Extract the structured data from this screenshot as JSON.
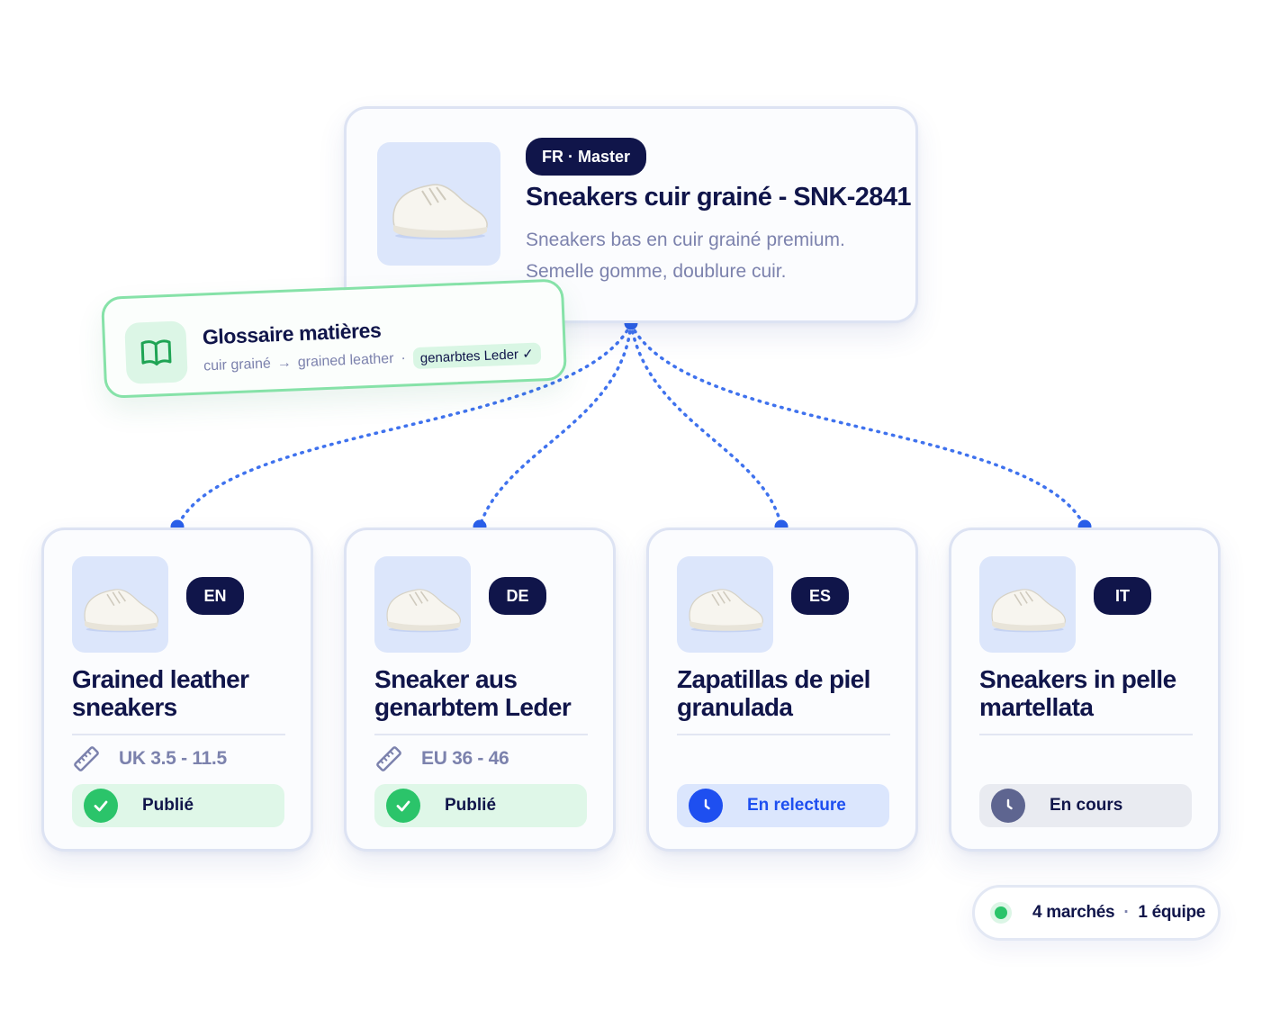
{
  "master": {
    "badge": "FR · Master",
    "title": "Sneakers cuir grainé - SNK-2841",
    "description_line1": "Sneakers bas en cuir grainé premium.",
    "description_line2": "Semelle gomme, doublure cuir.",
    "image_icon": "sneaker-image"
  },
  "glossary": {
    "icon": "book-icon",
    "title": "Glossaire matières",
    "source_term": "cuir grainé",
    "arrow": "→",
    "target_term": "grained leather",
    "separator": "·",
    "de_term": "genarbtes Leder ✓"
  },
  "locales": [
    {
      "code": "EN",
      "title": "Grained leather sneakers",
      "size_icon": "ruler-icon",
      "size_range": "UK 3.5 - 11.5",
      "status": "Publié",
      "status_icon": "check-icon",
      "status_kind": "published"
    },
    {
      "code": "DE",
      "title": "Sneaker aus genarbtem Leder",
      "size_icon": "ruler-icon",
      "size_range": "EU 36 - 46",
      "status": "Publié",
      "status_icon": "check-icon",
      "status_kind": "published"
    },
    {
      "code": "ES",
      "title": "Zapatillas de piel granulada",
      "status": "En relecture",
      "status_icon": "clock-icon",
      "status_kind": "review"
    },
    {
      "code": "IT",
      "title": "Sneakers in pelle martellata",
      "status": "En cours",
      "status_icon": "clock-icon",
      "status_kind": "in-progress"
    }
  ],
  "summary": {
    "markets": "4 marchés",
    "separator": "·",
    "team": "1 équipe"
  },
  "colors": {
    "navy": "#10154a",
    "connector_blue": "#2f63ef",
    "published_green": "#2bc46a",
    "published_bg": "#dff7e8",
    "review_blue": "#1e4ff0",
    "review_bg": "#dbe6fd",
    "progress_slate": "#5e6590",
    "progress_bg": "#e9ebf1",
    "glossary_border": "#86e2a8"
  }
}
